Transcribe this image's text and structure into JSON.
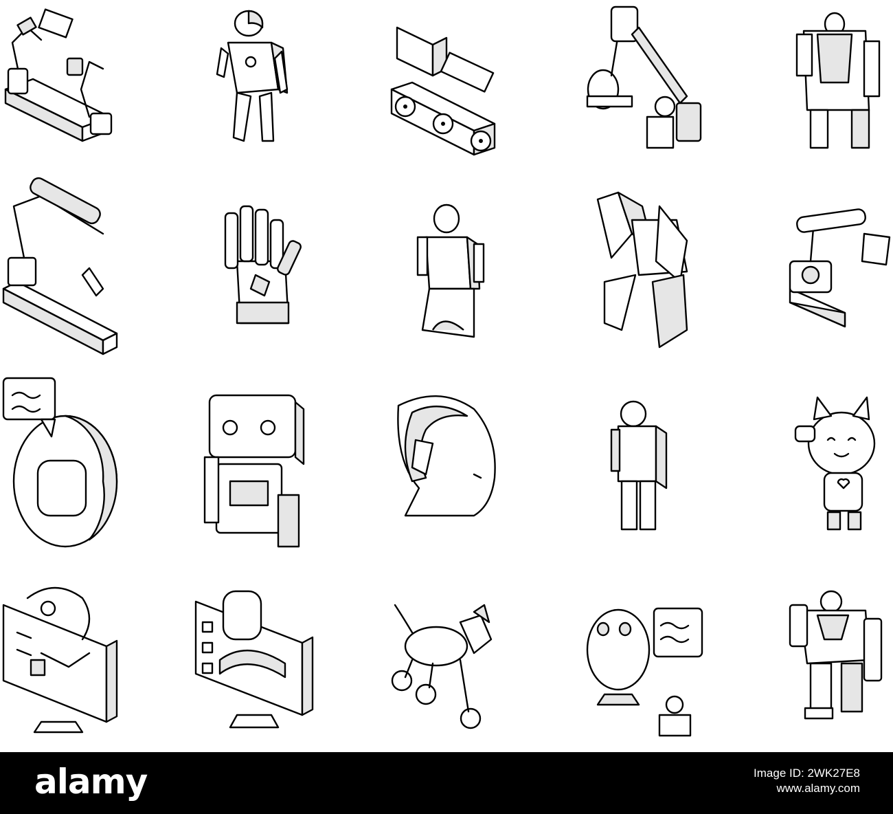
{
  "icons": [
    {
      "name": "dual-robot-arms-conveyor-icon"
    },
    {
      "name": "humanoid-android-icon"
    },
    {
      "name": "tracked-robot-vehicle-icon"
    },
    {
      "name": "robotic-arm-operator-icon"
    },
    {
      "name": "mech-exoskeleton-icon"
    },
    {
      "name": "industrial-robot-arm-rail-icon"
    },
    {
      "name": "robotic-hand-icon"
    },
    {
      "name": "android-figure-icon"
    },
    {
      "name": "transformer-robot-icon"
    },
    {
      "name": "welding-robot-arm-icon"
    },
    {
      "name": "chatbot-badge-icon"
    },
    {
      "name": "box-robot-face-icon"
    },
    {
      "name": "android-head-profile-icon"
    },
    {
      "name": "block-humanoid-icon"
    },
    {
      "name": "cute-cat-robot-icon"
    },
    {
      "name": "robot-blueprint-monitor-icon"
    },
    {
      "name": "robot-monitor-app-icon"
    },
    {
      "name": "robot-dog-icon"
    },
    {
      "name": "robot-assistant-chat-icon"
    },
    {
      "name": "combat-mech-robot-icon"
    }
  ],
  "stock_bar": {
    "logo": "alamy",
    "image_id": "Image ID: 2WK27E8",
    "domain": "www.alamy.com"
  },
  "colors": {
    "line": "#000000",
    "shade": "#e6e6e6",
    "background": "#ffffff",
    "bar": "#000000"
  }
}
